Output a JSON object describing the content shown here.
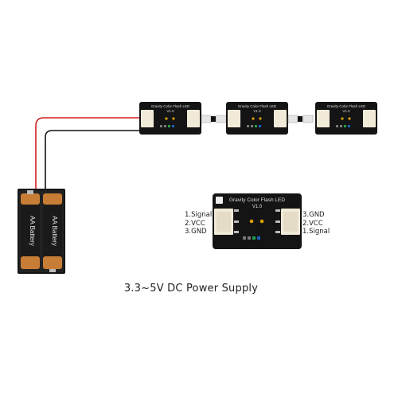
{
  "caption": "3.3~5V DC Power Supply",
  "battery": {
    "cell_label": "AA Battery",
    "cell_label_2": "AA Battery"
  },
  "module": {
    "name": "Gravity Color Flash LED",
    "version": "V1.0"
  },
  "pins_left": [
    "1.Signal",
    "2.VCC",
    "3.GND"
  ],
  "pins_right": [
    "3.GND",
    "2.VCC",
    "1.Signal"
  ],
  "colors": {
    "board": "#141414",
    "connector": "#f1ead8",
    "wire_red": "#d32020",
    "wire_black": "#111111",
    "battery_copper": "#c77d35",
    "battery_body": "#1a1a1a"
  }
}
